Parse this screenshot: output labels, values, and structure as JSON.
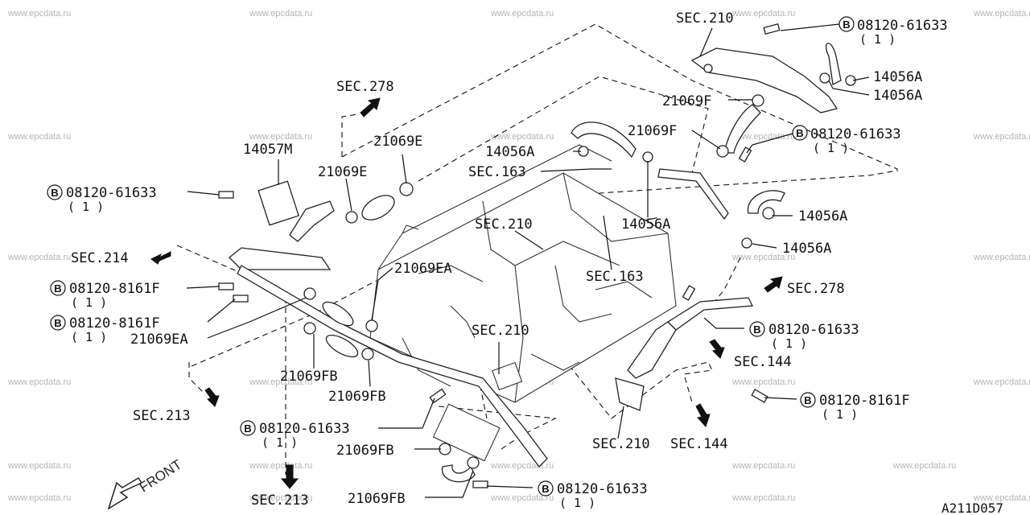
{
  "watermark": "www.epcdata.ru",
  "diagram_code": "A211D057",
  "front_label": "FRONT",
  "bolt_symbol": "B",
  "qty_one": "( 1 )",
  "labels": {
    "sec210_top": "SEC.210",
    "bolt_top": "08120-61633",
    "p14056a_1": "14056A",
    "p14056a_2": "14056A",
    "p21069f_1": "21069F",
    "p21069f_2": "21069F",
    "bolt_right_mid": "08120-61633",
    "p14056a_3": "14056A",
    "sec163_a": "SEC.163",
    "p14056a_4": "14056A",
    "p14056a_5": "14056A",
    "p14056a_6": "14056A",
    "sec278_top": "SEC.278",
    "p21069e_1": "21069E",
    "p14057m": "14057M",
    "p21069e_2": "21069E",
    "bolt_left": "08120-61633",
    "sec214": "SEC.214",
    "sec210_mid": "SEC.210",
    "p21069ea_1": "21069EA",
    "sec163_b": "SEC.163",
    "bolt_8161_1": "08120-8161F",
    "bolt_8161_2": "08120-8161F",
    "p21069ea_2": "21069EA",
    "sec278_right": "SEC.278",
    "bolt_right_low": "08120-61633",
    "sec144_a": "SEC.144",
    "sec210_center": "SEC.210",
    "p21069fb_1": "21069FB",
    "p21069fb_2": "21069FB",
    "bolt_8161_3": "08120-8161F",
    "sec213_a": "SEC.213",
    "bolt_bottom_1": "08120-61633",
    "p21069fb_3": "21069FB",
    "sec210_low": "SEC.210",
    "sec144_b": "SEC.144",
    "p21069fb_4": "21069FB",
    "bolt_bottom_2": "08120-61633",
    "sec213_b": "SEC.213"
  }
}
